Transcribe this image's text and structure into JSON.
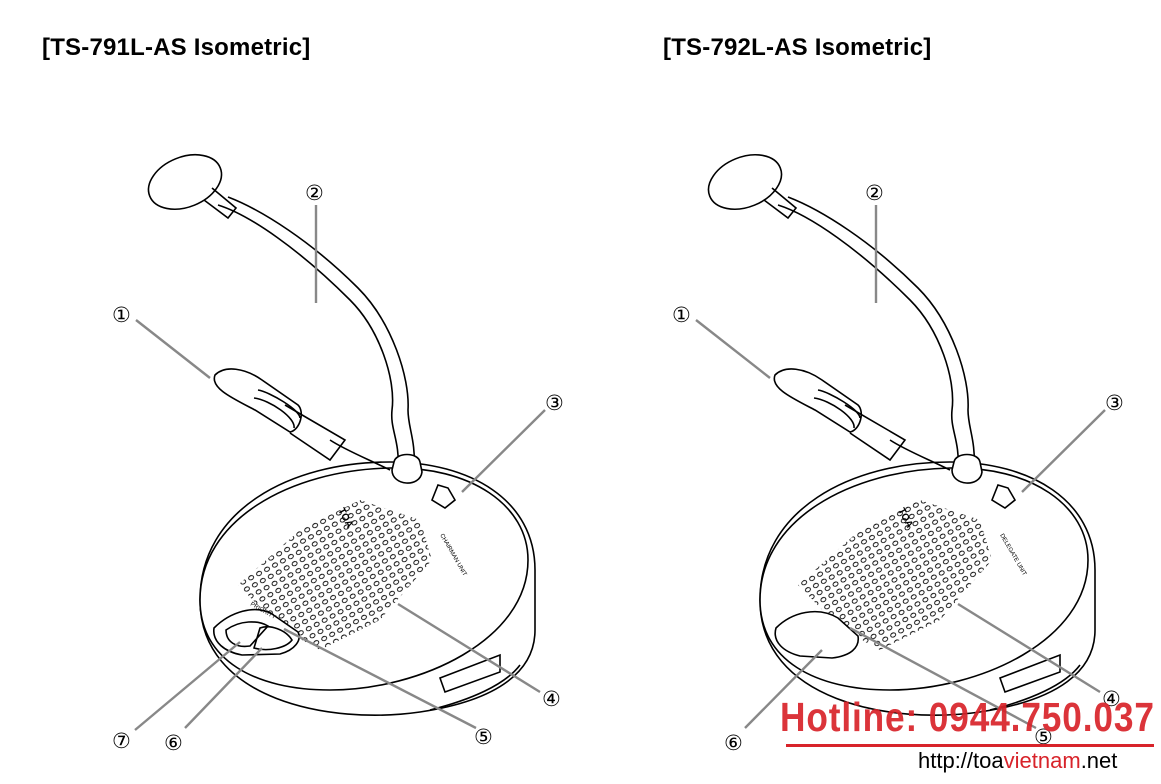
{
  "titles": {
    "left": "[TS-791L-AS Isometric]",
    "right": "[TS-792L-AS Isometric]"
  },
  "left_unit": {
    "callouts": [
      "①",
      "②",
      "③",
      "④",
      "⑤",
      "⑥",
      "⑦"
    ],
    "brand": "TOA",
    "panel_label": "CHAIRMAN UNIT",
    "button_label": "PRIORITY"
  },
  "right_unit": {
    "callouts": [
      "①",
      "②",
      "③",
      "④",
      "⑤",
      "⑥"
    ],
    "brand": "TOA",
    "panel_label": "DELEGATE UNIT"
  },
  "watermark": {
    "hotline_label": "Hotline:",
    "hotline_number": "0944.750.037",
    "url_prefix": "http://",
    "url_plain": "toa",
    "url_accent": "vietnam",
    "url_suffix": ".net",
    "accent_color": "#d8232a"
  }
}
